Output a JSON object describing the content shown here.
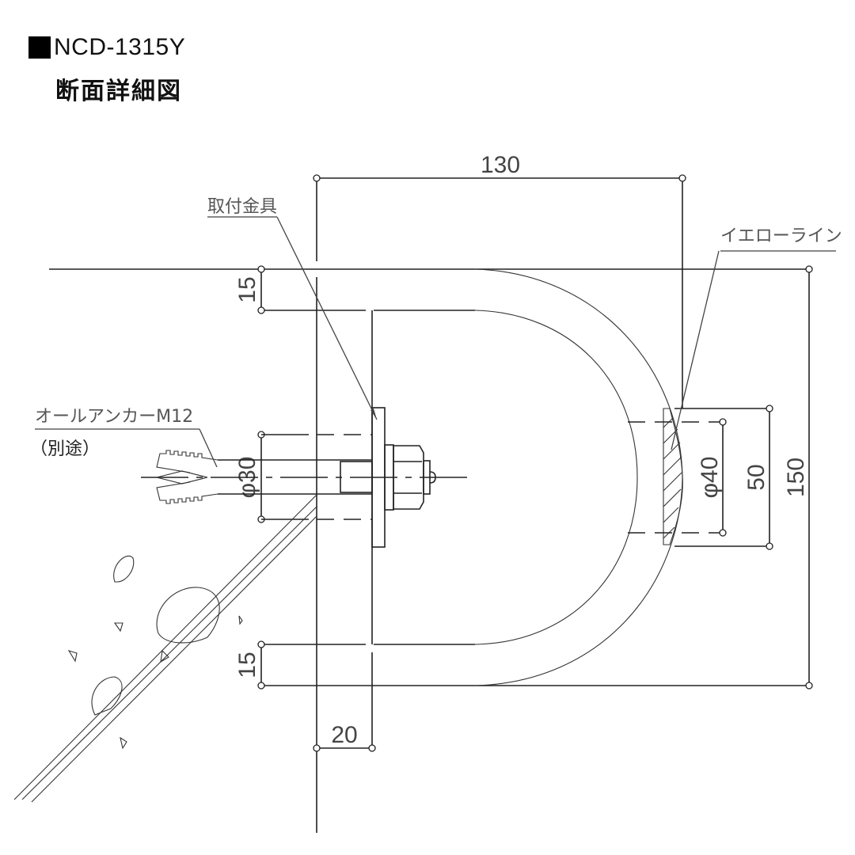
{
  "title": {
    "model_code": "NCD-1315Y",
    "subtitle": "断面詳細図"
  },
  "labels": {
    "mounting_bracket": "取付金具",
    "yellow_line": "イエローライン",
    "anchor": "オールアンカーM12",
    "anchor_note": "（別途）"
  },
  "dimensions": {
    "overall_width": "130",
    "top_thickness": "15",
    "bottom_thickness": "15",
    "bracket_offset": "20",
    "anchor_hole_dia": "φ30",
    "yellow_line_dia": "φ40",
    "yellow_band": "50",
    "overall_height": "150"
  },
  "colors": {
    "line": "#222222",
    "text": "#444444",
    "leader_underline": "#888888"
  }
}
